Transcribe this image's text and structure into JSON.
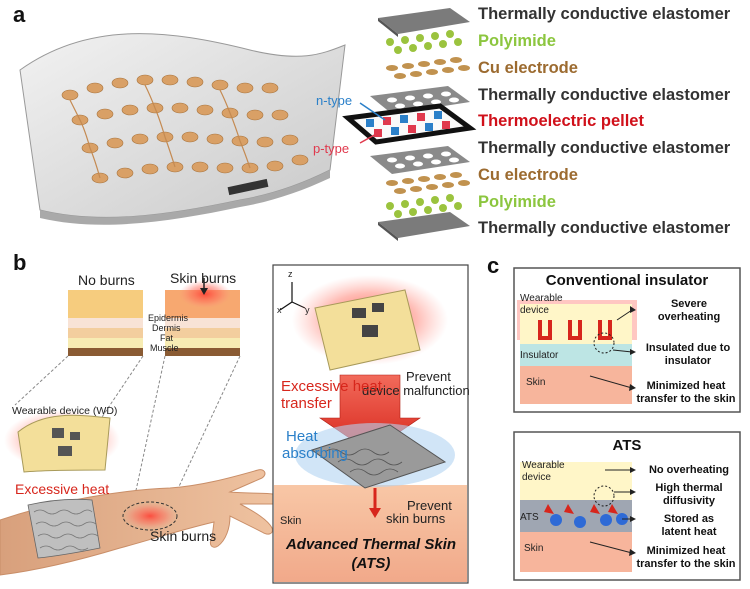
{
  "panels": {
    "a": "a",
    "b": "b",
    "c": "c"
  },
  "layers": [
    {
      "label": "Thermally conductive elastomer",
      "color": "#333333"
    },
    {
      "label": "Polyimide",
      "color": "#8cc63f"
    },
    {
      "label": "Cu electrode",
      "color": "#9c6b30"
    },
    {
      "label": "Thermally conductive elastomer",
      "color": "#333333"
    },
    {
      "label": "Thermoelectric pellet",
      "color": "#d0101a"
    },
    {
      "label": "Thermally conductive elastomer",
      "color": "#333333"
    },
    {
      "label": "Cu electrode",
      "color": "#9c6b30"
    },
    {
      "label": "Polyimide",
      "color": "#8cc63f"
    },
    {
      "label": "Thermally conductive elastomer",
      "color": "#333333"
    }
  ],
  "ntype": "n-type",
  "ptype": "p-type",
  "b": {
    "no_burns": "No burns",
    "skin_burns_top": "Skin burns",
    "epidermis": "Epidermis",
    "dermis": "Dermis",
    "fat": "Fat",
    "muscle": "Muscle",
    "wearable_device": "Wearable device (WD)",
    "excessive_heat": "Excessive heat",
    "skin_burns_hand": "Skin burns",
    "axis_x": "x",
    "axis_y": "y",
    "axis_z": "z",
    "prevent_malfunction_1": "Prevent",
    "prevent_malfunction_2": "device malfunction",
    "excessive_heat_transfer_1": "Excessive heat",
    "excessive_heat_transfer_2": "transfer",
    "heat_absorbing_1": "Heat",
    "heat_absorbing_2": "absorbing",
    "prevent_burns_1": "Prevent",
    "prevent_burns_2": "skin burns",
    "skin": "Skin",
    "ats_title_1": "Advanced Thermal Skin",
    "ats_title_2": "(ATS)"
  },
  "c": {
    "top": {
      "title": "Conventional insulator",
      "wearable_1": "Wearable",
      "wearable_2": "device",
      "insulator": "Insulator",
      "skin": "Skin",
      "note1_1": "Severe",
      "note1_2": "overheating",
      "note2_1": "Insulated due to",
      "note2_2": "insulator",
      "note3_1": "Minimized heat",
      "note3_2": "transfer to the skin"
    },
    "bottom": {
      "title": "ATS",
      "wearable_1": "Wearable",
      "wearable_2": "device",
      "ats": "ATS",
      "skin": "Skin",
      "note1": "No overheating",
      "note2_1": "High thermal",
      "note2_2": "diffusivity",
      "note3_1": "Stored as",
      "note3_2": "latent heat",
      "note4_1": "Minimized heat",
      "note4_2": "transfer to the skin"
    }
  }
}
